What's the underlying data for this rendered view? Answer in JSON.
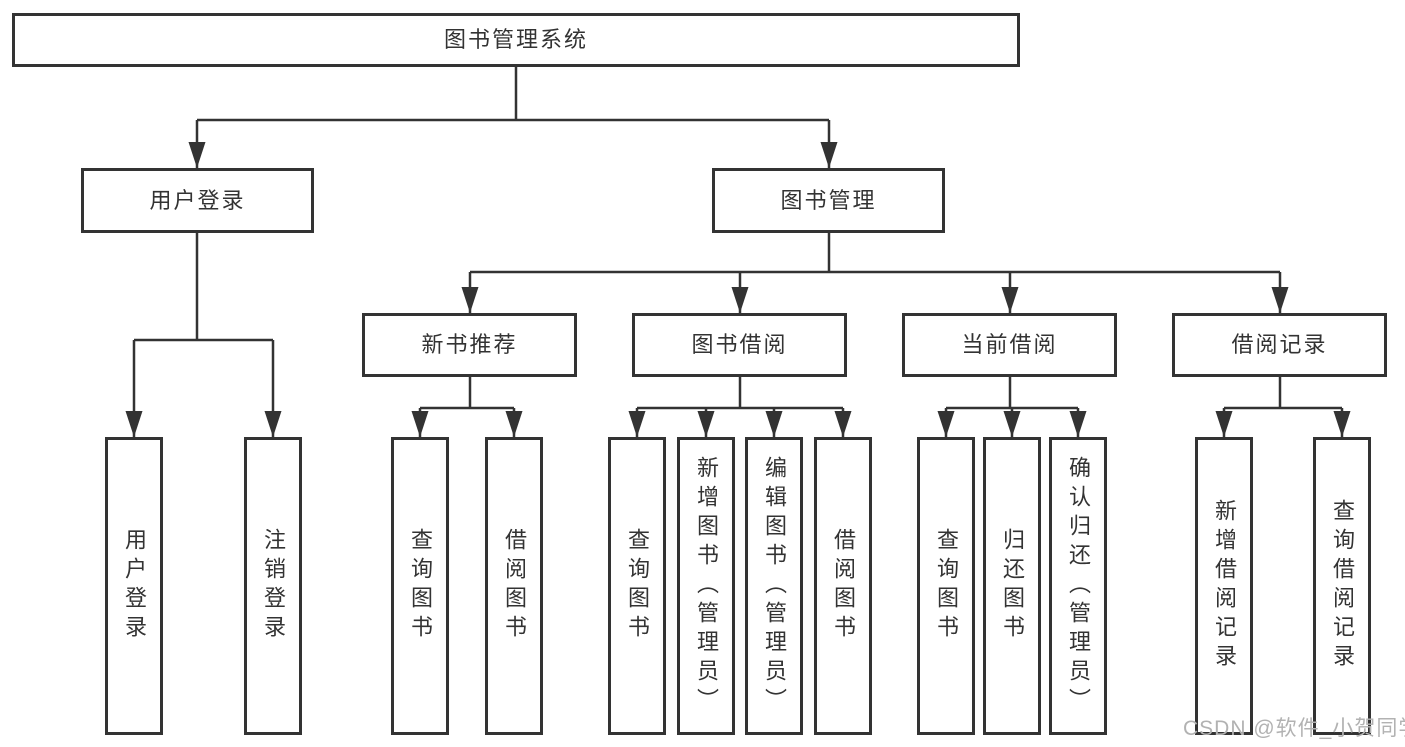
{
  "diagram": {
    "root": {
      "label": "图书管理系统"
    },
    "level2": [
      {
        "label": "用户登录"
      },
      {
        "label": "图书管理"
      }
    ],
    "level3": [
      {
        "label": "新书推荐"
      },
      {
        "label": "图书借阅"
      },
      {
        "label": "当前借阅"
      },
      {
        "label": "借阅记录"
      }
    ],
    "leaves": {
      "user": [
        {
          "label": "用户登录"
        },
        {
          "label": "注销登录"
        }
      ],
      "newbook": [
        {
          "label": "查询图书"
        },
        {
          "label": "借阅图书"
        }
      ],
      "borrow": [
        {
          "label": "查询图书"
        },
        {
          "label": "新增图书（管理员）"
        },
        {
          "label": "编辑图书（管理员）"
        },
        {
          "label": "借阅图书"
        }
      ],
      "current": [
        {
          "label": "查询图书"
        },
        {
          "label": "归还图书"
        },
        {
          "label": "确认归还（管理员）"
        }
      ],
      "records": [
        {
          "label": "新增借阅记录"
        },
        {
          "label": "查询借阅记录"
        }
      ]
    }
  },
  "watermark": {
    "text": "CSDN @软件_小贺同学"
  },
  "colors": {
    "line": "#333333",
    "border": "#333333",
    "text": "#333333",
    "background": "#ffffff",
    "watermark": "#b2b2b2"
  }
}
